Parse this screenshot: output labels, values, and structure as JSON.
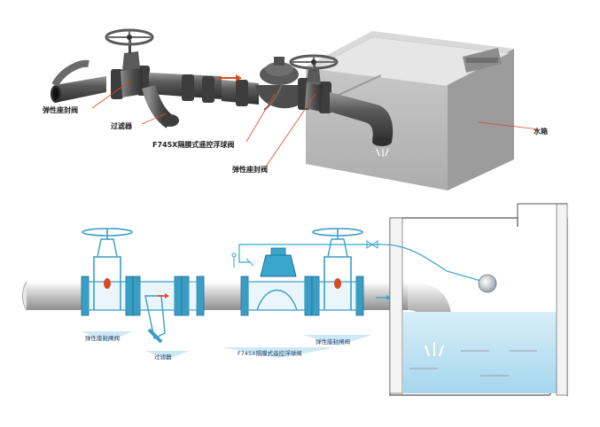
{
  "top_diagram": {
    "labels": {
      "seal_valve_left": "弹性座封阀",
      "strainer": "过滤器",
      "control_valve": "F745X隔膜式遥控浮球阀",
      "seal_valve_right": "弹性座封阀",
      "water_tank": "水箱"
    }
  },
  "bottom_diagram": {
    "labels": {
      "seal_gate_valve_left": "弹性座封闸阀",
      "strainer": "过滤器",
      "control_valve": "F745X隔膜式遥控浮球阀",
      "seal_gate_valve_right": "弹性座封闸阀"
    }
  },
  "colors": {
    "pipe_dark": "#4a4a4a",
    "tank_gray": "#bdbdbd",
    "valve_blue": "#3aa6cc",
    "water_blue": "#bfe3f2",
    "accent_red": "#d94a24"
  }
}
